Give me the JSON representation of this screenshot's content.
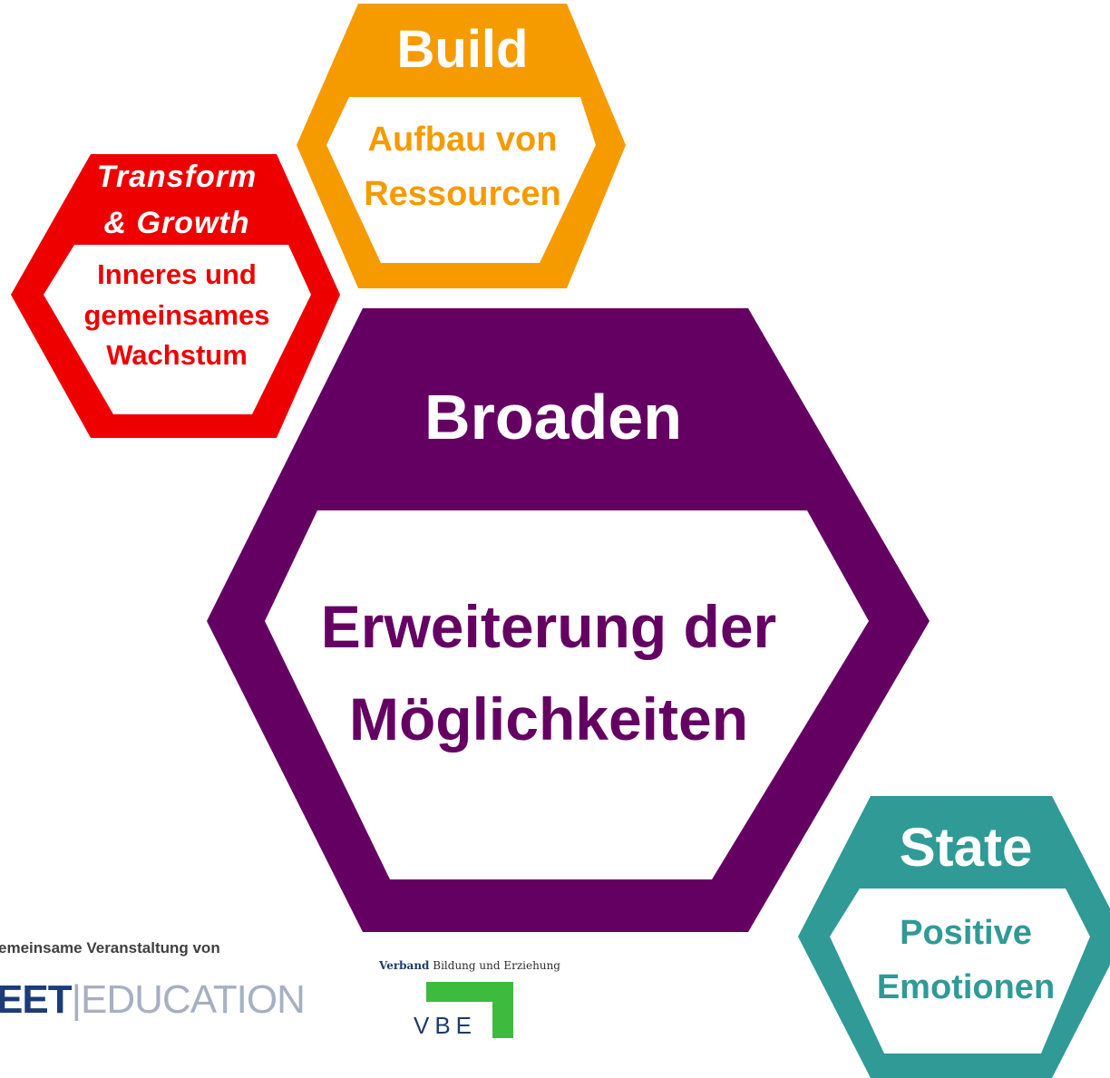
{
  "hexagons": {
    "build": {
      "title": "Build",
      "subtitle_line1": "Aufbau von",
      "subtitle_line2": "Ressourcen",
      "color": "#f59b00"
    },
    "transform": {
      "title_line1": "Transform",
      "title_line2": "& Growth",
      "subtitle_line1": "Inneres und",
      "subtitle_line2": "gemeinsames",
      "subtitle_line3": "Wachstum",
      "color": "#ee0000"
    },
    "broaden": {
      "title": "Broaden",
      "subtitle_line1": "Erweiterung der",
      "subtitle_line2": "Möglichkeiten",
      "color": "#650063"
    },
    "state": {
      "title": "State",
      "subtitle_line1": "Positive",
      "subtitle_line2": "Emotionen",
      "color": "#2f9a96"
    }
  },
  "footer": {
    "note": "emeinsame Veranstaltung von",
    "logo_eet": "EET",
    "logo_separator": "|",
    "logo_education": "EDUCATION",
    "vbe_top_bold": "Verband",
    "vbe_top_rest": " Bildung und Erziehung",
    "vbe_mark": "VBE"
  }
}
